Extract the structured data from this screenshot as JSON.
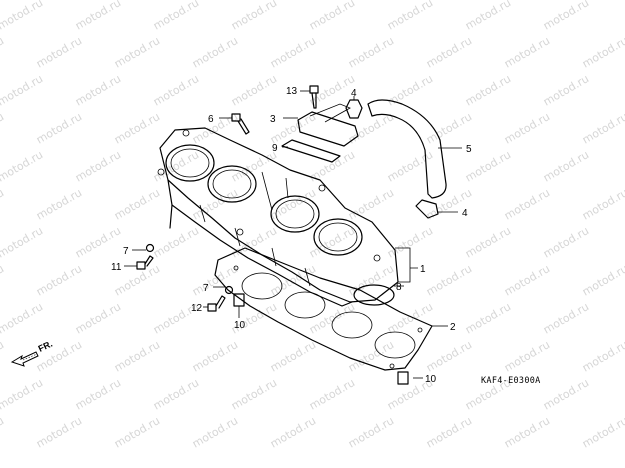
{
  "watermark": "motod.ru",
  "diagram_code": "KAF4-E0300A",
  "direction_label": "FR.",
  "callouts": {
    "c1": "1",
    "c2": "2",
    "c3": "3",
    "c4a": "4",
    "c4b": "4",
    "c5": "5",
    "c6": "6",
    "c7a": "7",
    "c7b": "7",
    "c8": "8",
    "c9": "9",
    "c10a": "10",
    "c10b": "10",
    "c11": "11",
    "c12": "12",
    "c13": "13"
  }
}
